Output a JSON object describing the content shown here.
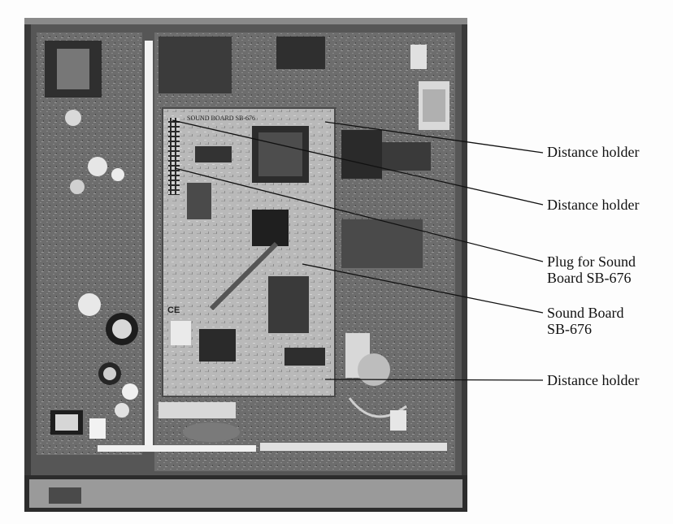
{
  "figure": {
    "panel_label": "SOUND BOARD SB-676",
    "callouts": [
      {
        "id": "distance-holder-top",
        "text": "Distance holder"
      },
      {
        "id": "distance-holder-middle",
        "text": "Distance holder"
      },
      {
        "id": "plug-for-sound-board",
        "lines": [
          "Plug for Sound",
          "Board SB-676"
        ]
      },
      {
        "id": "sound-board",
        "lines": [
          "Sound Board",
          "SB-676"
        ]
      },
      {
        "id": "distance-holder-bottom",
        "text": "Distance holder"
      }
    ],
    "marking": "CE"
  }
}
